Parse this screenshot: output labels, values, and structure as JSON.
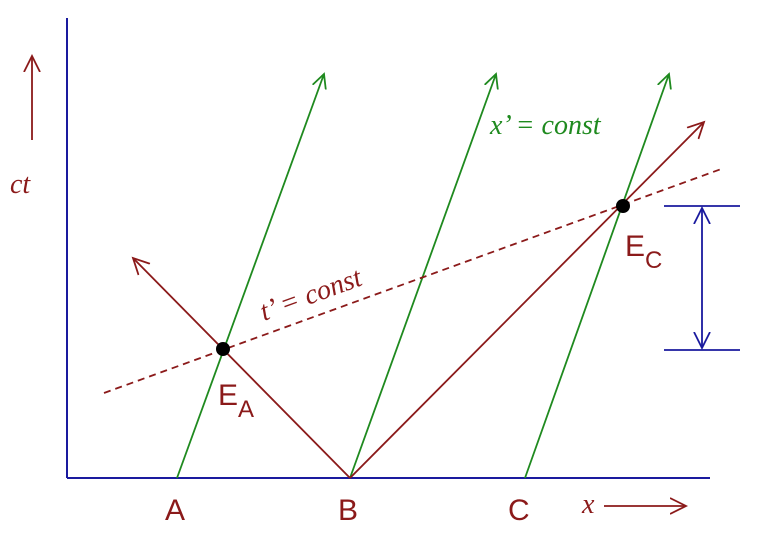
{
  "labels": {
    "axis_ct": "ct",
    "axis_x": "x",
    "point_A": "A",
    "point_B": "B",
    "point_C": "C",
    "event_EA_base": "E",
    "event_EA_sub": "A",
    "event_EC_base": "E",
    "event_EC_sub": "C",
    "xprime_const": "x’ = const",
    "tprime_const": "t’ = const"
  },
  "colors": {
    "axes": "#1a1a9e",
    "worldlines": "#1f8a1f",
    "light_rays": "#8b1a1a",
    "events": "#000000",
    "interval_marker": "#1a1a9e"
  }
}
